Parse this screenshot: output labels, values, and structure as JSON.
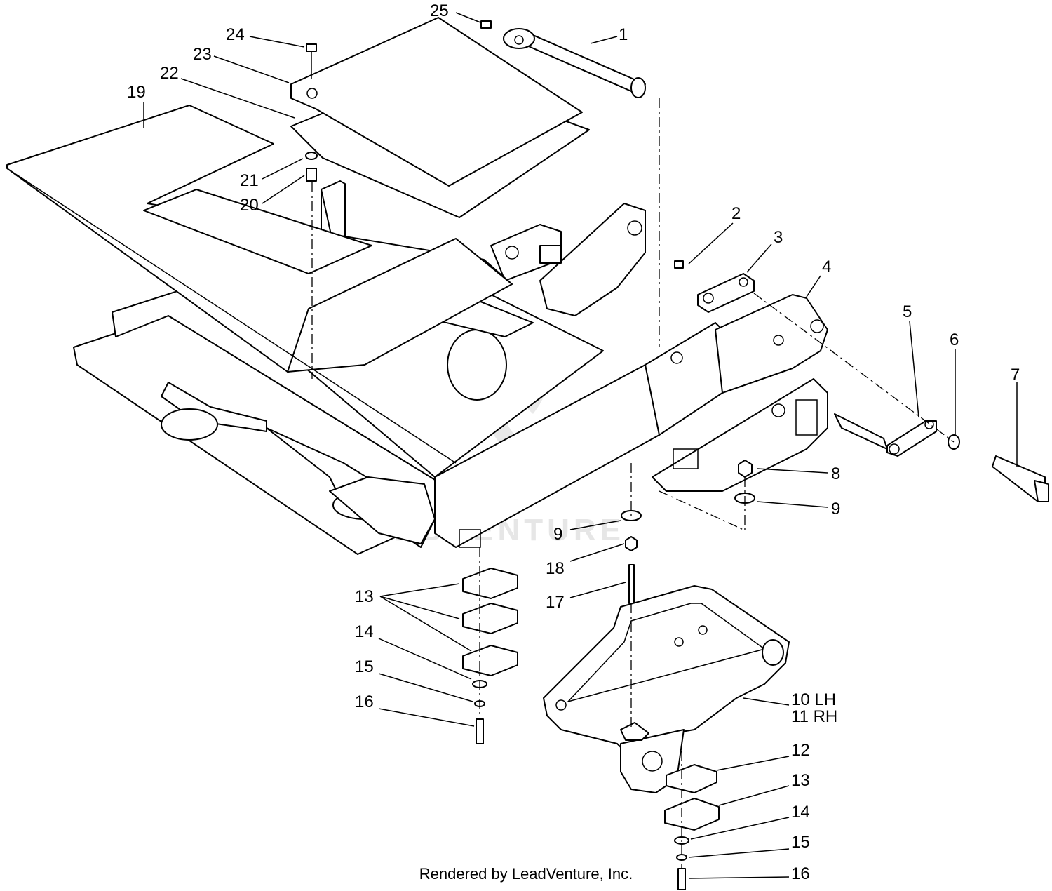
{
  "diagram": {
    "callouts": [
      {
        "id": "c1",
        "text": "1"
      },
      {
        "id": "c2",
        "text": "2"
      },
      {
        "id": "c3",
        "text": "3"
      },
      {
        "id": "c4",
        "text": "4"
      },
      {
        "id": "c5",
        "text": "5"
      },
      {
        "id": "c6",
        "text": "6"
      },
      {
        "id": "c7",
        "text": "7"
      },
      {
        "id": "c8",
        "text": "8"
      },
      {
        "id": "c9a",
        "text": "9"
      },
      {
        "id": "c9b",
        "text": "9"
      },
      {
        "id": "c10",
        "text": "10  LH"
      },
      {
        "id": "c11",
        "text": "11  RH"
      },
      {
        "id": "c12",
        "text": "12"
      },
      {
        "id": "c13a",
        "text": "13"
      },
      {
        "id": "c13b",
        "text": "13"
      },
      {
        "id": "c14a",
        "text": "14"
      },
      {
        "id": "c14b",
        "text": "14"
      },
      {
        "id": "c15a",
        "text": "15"
      },
      {
        "id": "c15b",
        "text": "15"
      },
      {
        "id": "c16a",
        "text": "16"
      },
      {
        "id": "c16b",
        "text": "16"
      },
      {
        "id": "c17",
        "text": "17"
      },
      {
        "id": "c18",
        "text": "18"
      },
      {
        "id": "c19",
        "text": "19"
      },
      {
        "id": "c20",
        "text": "20"
      },
      {
        "id": "c21",
        "text": "21"
      },
      {
        "id": "c22",
        "text": "22"
      },
      {
        "id": "c23",
        "text": "23"
      },
      {
        "id": "c24",
        "text": "24"
      },
      {
        "id": "c25",
        "text": "25"
      }
    ],
    "watermark": "LEADVENTURE",
    "footer": "Rendered by LeadVenture, Inc."
  }
}
